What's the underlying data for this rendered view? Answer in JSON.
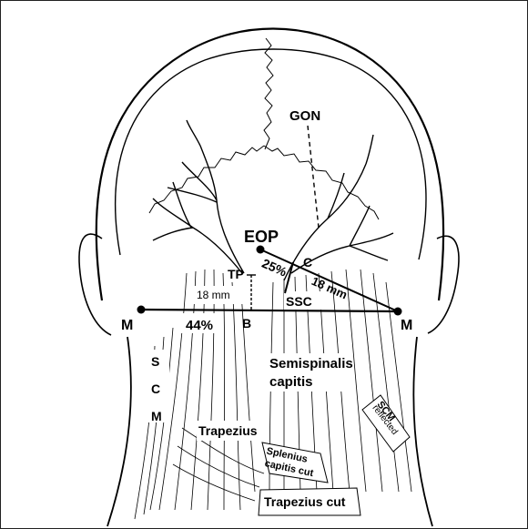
{
  "labels": {
    "gon": "GON",
    "eop": "EOP",
    "c": "C",
    "angle": "25%",
    "tp": "TP",
    "dist_left": "18 mm",
    "dist_right": "18 mm",
    "ssc": "SSC",
    "m_left": "M",
    "m_right": "M",
    "percent": "44%",
    "b": "B",
    "scm_s": "S",
    "scm_c": "C",
    "scm_m": "M",
    "semispinalis": "Semispinalis",
    "capitis": "capitis",
    "trapezius": "Trapezius",
    "splenius": "Splenius",
    "splenius_cut": "capitis cut",
    "trapezius_cut": "Trapezius cut",
    "scm_reflected_1": "SCM",
    "scm_reflected_2": "reflected"
  },
  "colors": {
    "ink": "#000000",
    "background": "#ffffff"
  }
}
